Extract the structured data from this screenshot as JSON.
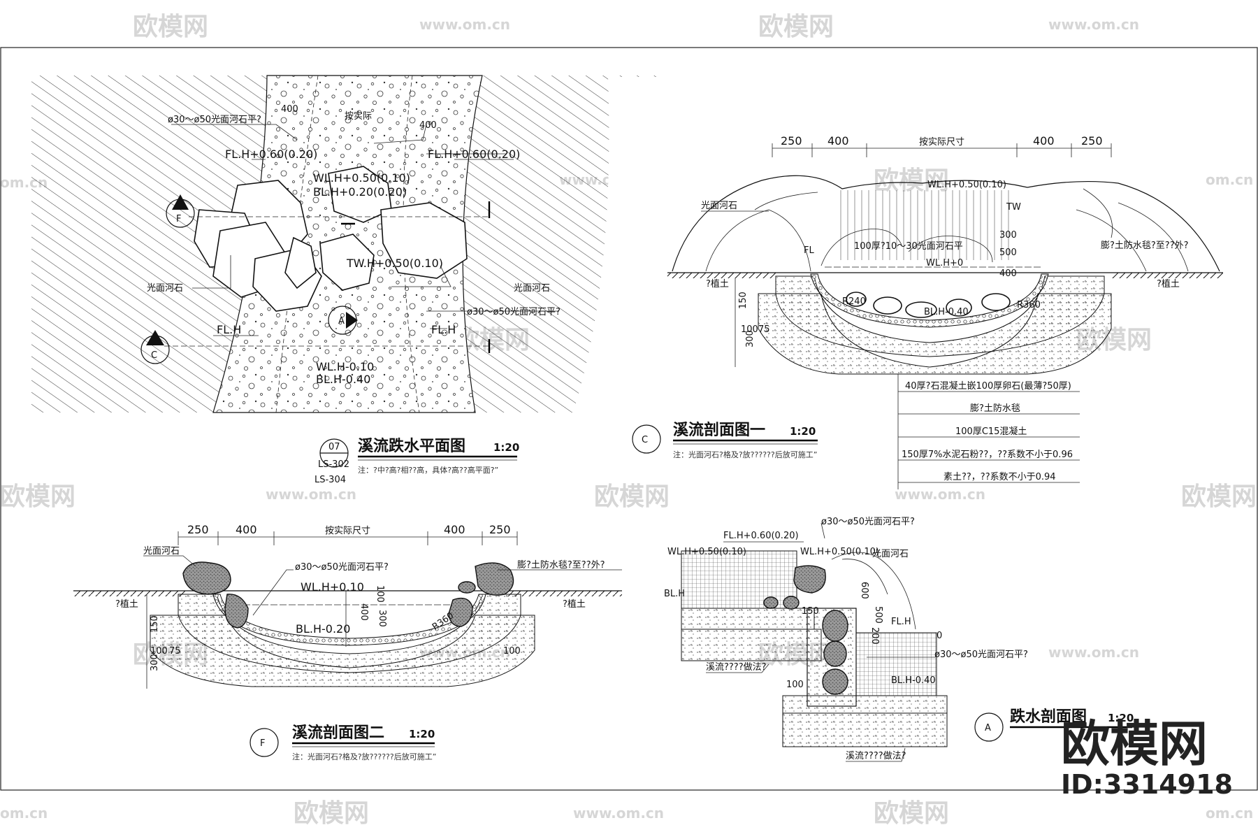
{
  "watermark": {
    "brand": "欧模网",
    "site": "www.om.cn",
    "edge_left": "om.cn",
    "edge_right": "om.cn"
  },
  "corner_logo": {
    "brand": "欧模网",
    "id": "ID:3314918"
  },
  "plan": {
    "title": "溪流跌水平面图",
    "scale": "1:20",
    "ref_top": "07",
    "ref_mid": "LS-302",
    "ref_bottom": "LS-304",
    "note": "注：?中?高?相??高，具体?高??高平面?”",
    "labels": {
      "pebbles_top": "ø30～ø50光面河石平?",
      "dim_400_a": "400",
      "dim_actual": "按实际",
      "dim_400_b": "400",
      "fl_left": "FL.H+0.60(0.20)",
      "fl_right": "FL.H+0.60(0.20)",
      "wl_mid": "WL.H+0.50(0.10)",
      "bl_mid": "BL.H+0.20(0.20)",
      "tw": "TW.H+0.50(0.10)",
      "rock_left": "光面河石",
      "rock_right": "光面河石",
      "pebbles_bottom": "ø30～ø50光面河石平?",
      "fl_bottom_left": "FL.H",
      "fl_bottom_mid": "FL.H",
      "wl_bottom": "WL.H-0.10",
      "bl_bottom": "BL.H-0.40",
      "sec_f": "F",
      "sec_a": "A",
      "sec_c": "C"
    }
  },
  "section1": {
    "marker": "C",
    "title": "溪流剖面图一",
    "scale": "1:20",
    "note": "注：光面河石?格及?放??????后放可施工”",
    "dims": [
      "250",
      "400",
      "按实际尺寸",
      "400",
      "250"
    ],
    "labels": {
      "rock": "光面河石",
      "wl": "WL.H+0.50(0.10)",
      "gravel": "100厚?10～30光面河石平",
      "fl": "FL",
      "wl2": "WL.H+0",
      "bl": "BL.H-0.40",
      "membrane": "膨?土防水毯?至??外?",
      "soil_left": "?植土",
      "soil_right": "?植土",
      "d_150": "150",
      "d_100": "100",
      "d_75": "75",
      "d_300": "300",
      "v_300": "300",
      "v_500": "500",
      "v_400": "400",
      "r360": "R360",
      "r240": "R240",
      "tw": "TW"
    },
    "layers": [
      "40厚?石混凝土嵌100厚卵石(最薄?50厚)",
      "膨?土防水毯",
      "100厚C15混凝土",
      "150厚7%水泥石粉??，??系数不小于0.96",
      "素土??，??系数不小于0.94"
    ]
  },
  "section2": {
    "marker": "F",
    "title": "溪流剖面图二",
    "scale": "1:20",
    "note": "注：光面河石?格及?放??????后放可施工”",
    "dims": [
      "250",
      "400",
      "按实际尺寸",
      "400",
      "250"
    ],
    "labels": {
      "rock": "光面河石",
      "pebbles": "ø30～ø50光面河石平?",
      "membrane": "膨?土防水毯?至??外?",
      "wl": "WL.H+0.10",
      "bl": "BL.H-0.20",
      "soil_left": "?植土",
      "soil_right": "?植土",
      "v_100": "100",
      "v_300": "300",
      "v_400": "400",
      "d_150": "150",
      "d_100": "100",
      "d_75": "75",
      "d_300": "300",
      "r360": "R360",
      "d_100r": "100"
    }
  },
  "section3": {
    "marker": "A",
    "title": "跌水剖面图",
    "scale": "1:20",
    "labels": {
      "pebbles_top": "ø30～ø50光面河石平?",
      "fl": "FL.H+0.60(0.20)",
      "wl_left": "WL.H+0.50(0.10)",
      "wl_right": "WL.H+0.50(0.10)",
      "rock": "光面河石",
      "bl": "BL.H",
      "d_150": "150",
      "v_500": "500",
      "v_600": "600",
      "v_200": "200",
      "fl2": "FL.H",
      "zero": "0",
      "pebbles_mid": "ø30～ø50光面河石平?",
      "stream_note_1": "溪流????做法?",
      "d_100": "100",
      "bl2": "BL.H-0.40",
      "stream_note_2": "溪流????做法?"
    }
  }
}
